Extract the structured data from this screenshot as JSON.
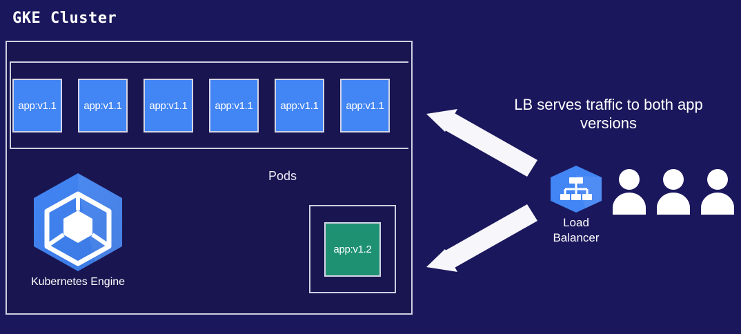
{
  "diagram": {
    "title": "GKE Cluster",
    "background_color": "#1b175c",
    "cluster_fill_color": "#191550",
    "border_color": "#cfd0e2"
  },
  "cluster": {
    "pods_caption": "Pods",
    "pod_color": "#4285f4",
    "pods": [
      {
        "label": "app:v1.1"
      },
      {
        "label": "app:v1.1"
      },
      {
        "label": "app:v1.1"
      },
      {
        "label": "app:v1.1"
      },
      {
        "label": "app:v1.1"
      },
      {
        "label": "app:v1.1"
      }
    ],
    "canary": {
      "label": "app:v1.2",
      "color": "#1e9173"
    },
    "engine": {
      "label": "Kubernetes Engine",
      "icon": "kubernetes-engine-icon",
      "color": "#4285f4"
    }
  },
  "right_side": {
    "annotation_line1": "LB serves traffic to both app",
    "annotation_line2": "versions",
    "load_balancer": {
      "label_line1": "Load",
      "label_line2": "Balancer",
      "icon": "load-balancer-icon",
      "color": "#4285f4"
    },
    "users": [
      {
        "icon": "user-icon"
      },
      {
        "icon": "user-icon"
      },
      {
        "icon": "user-icon"
      }
    ],
    "arrows": [
      {
        "name": "arrow-lb-to-pods",
        "direction": "up-left",
        "color": "#ffffff"
      },
      {
        "name": "arrow-lb-to-canary",
        "direction": "down-left",
        "color": "#ffffff"
      }
    ]
  }
}
